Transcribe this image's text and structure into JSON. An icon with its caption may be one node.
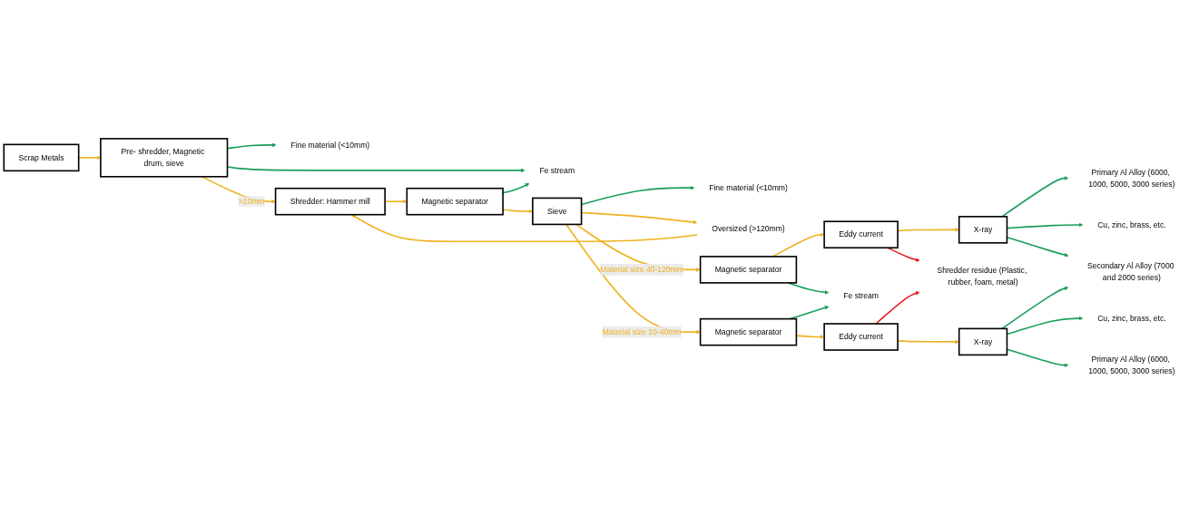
{
  "diagram": {
    "nodes": [
      {
        "text": [
          "Scrap Metals"
        ]
      },
      {
        "text": [
          "Pre- shredder, Magnetic drum, sieve"
        ]
      },
      {
        "text": [
          "Fe stream"
        ]
      },
      {
        "text": [
          "Fine material (<10mm)"
        ]
      },
      {
        "text": [
          "Shredder: Hammer mill"
        ]
      },
      {
        "text": [
          "Magnetic separator"
        ]
      },
      {
        "text": [
          "Sieve"
        ]
      },
      {
        "text": [
          "Fine material (<10mm)"
        ]
      },
      {
        "text": [
          "Oversized (>120mm)"
        ]
      },
      {
        "text": [
          "Magnetic separator"
        ]
      },
      {
        "text": [
          "Eddy current"
        ]
      },
      {
        "text": [
          "X-ray"
        ]
      },
      {
        "text": [
          "Primary Al Alloy (6000, 1000, 5000, 3000 series)"
        ]
      },
      {
        "text": [
          "Cu, zinc, brass, etc."
        ]
      },
      {
        "text": [
          "Fe stream"
        ]
      },
      {
        "text": [
          "Shredder residue (Plastic, rubber, foam, metal)"
        ]
      },
      {
        "text": [
          "Secondary Al Alloy (7000 and 2000 series)"
        ]
      },
      {
        "text": [
          "Magnetic separator"
        ]
      },
      {
        "text": [
          "Eddy current"
        ]
      },
      {
        "text": [
          "X-ray"
        ]
      },
      {
        "text": [
          "Cu, zinc, brass, etc."
        ]
      },
      {
        "text": [
          "Primary Al Alloy (6000, 1000, 5000, 3000 series)"
        ]
      }
    ],
    "edges": [
      {
        "from": 0,
        "to": 1,
        "arrow": "to"
      },
      {
        "from": 1,
        "to": 2,
        "arrow": "to",
        "color": "#1a9e5a"
      },
      {
        "from": 1,
        "to": 3,
        "arrow": "to",
        "color": "#1a9e5a"
      },
      {
        "from": 1,
        "to": 4,
        "arrow": "to",
        "label": ">10mm"
      },
      {
        "from": 4,
        "to": 5,
        "arrow": "to"
      },
      {
        "from": 5,
        "to": 2,
        "arrow": "to",
        "color": "#1a9e5a"
      },
      {
        "from": 5,
        "to": 6,
        "arrow": "to"
      },
      {
        "from": 6,
        "to": 7,
        "arrow": "to",
        "color": "#1a9e5a"
      },
      {
        "from": 6,
        "to": 8,
        "arrow": "to"
      },
      {
        "from": 8,
        "to": 4,
        "arrow": "to"
      },
      {
        "from": 6,
        "to": 9,
        "arrow": "to",
        "label": "Material size 40-120mm"
      },
      {
        "from": 6,
        "to": 17,
        "arrow": "to",
        "label": "Material size 10-40mm"
      },
      {
        "from": 9,
        "to": 10,
        "arrow": "to"
      },
      {
        "from": 10,
        "to": 11,
        "arrow": "to"
      },
      {
        "from": 11,
        "to": 12,
        "arrow": "to",
        "color": "#1a9e5a"
      },
      {
        "from": 11,
        "to": 13,
        "arrow": "to",
        "color": "#1a9e5a"
      },
      {
        "from": 9,
        "to": 14,
        "arrow": "to",
        "color": "#1a9e5a"
      },
      {
        "from": 10,
        "to": 15,
        "arrow": "to",
        "color": "#e81e1e"
      },
      {
        "from": 11,
        "to": 16,
        "arrow": "to",
        "color": "#1a9e5a"
      },
      {
        "from": 17,
        "to": 14,
        "arrow": "to",
        "color": "#1a9e5a"
      },
      {
        "from": 18,
        "to": 15,
        "arrow": "to",
        "color": "#e81e1e"
      },
      {
        "from": 19,
        "to": 16,
        "arrow": "to",
        "color": "#1a9e5a"
      },
      {
        "from": 17,
        "to": 18,
        "arrow": "to"
      },
      {
        "from": 18,
        "to": 19,
        "arrow": "to"
      },
      {
        "from": 19,
        "to": 20,
        "arrow": "to",
        "color": "#1a9e5a"
      },
      {
        "from": 19,
        "to": 21,
        "arrow": "to",
        "color": "#1a9e5a"
      }
    ]
  }
}
